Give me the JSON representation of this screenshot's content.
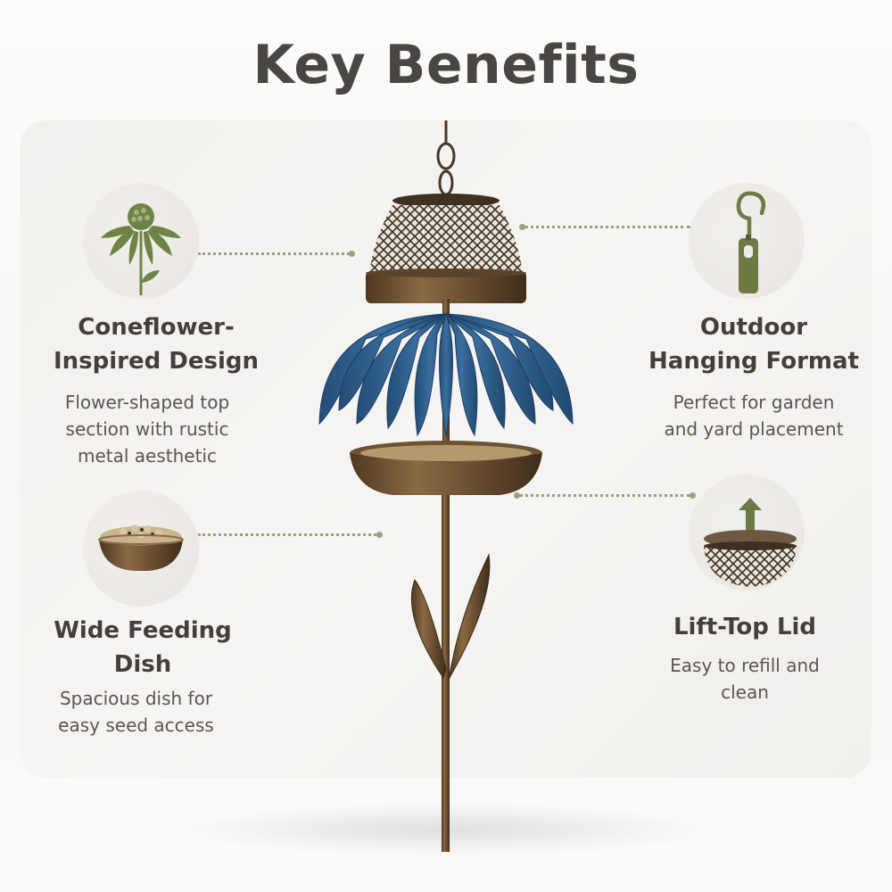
{
  "header": {
    "title": "Key Benefits"
  },
  "colors": {
    "accent_green": "#6e8446",
    "connector": "#98a37a",
    "petal_blue": "#2f5f8c",
    "bronze": "#7a5a35",
    "title_text": "#4a4643"
  },
  "features": [
    {
      "id": "coneflower",
      "icon": "coneflower-icon",
      "title_line1": "Coneflower-",
      "title_line2": "Inspired Design",
      "desc_line1": "Flower-shaped top",
      "desc_line2": "section with rustic",
      "desc_line3": "metal aesthetic"
    },
    {
      "id": "hanging",
      "icon": "hook-icon",
      "title_line1": "Outdoor",
      "title_line2": "Hanging Format",
      "desc_line1": "Perfect for garden",
      "desc_line2": "and yard placement"
    },
    {
      "id": "dish",
      "icon": "seed-bowl-icon",
      "title_line1": "Wide Feeding",
      "title_line2": "Dish",
      "desc_line1": "Spacious dish for",
      "desc_line2": "easy seed access"
    },
    {
      "id": "lid",
      "icon": "lift-lid-icon",
      "title_line1": "Lift-Top Lid",
      "desc_line1": "Easy to refill and",
      "desc_line2": "clean"
    }
  ],
  "product": {
    "name": "coneflower bird feeder stake",
    "image": "product-illustration"
  }
}
